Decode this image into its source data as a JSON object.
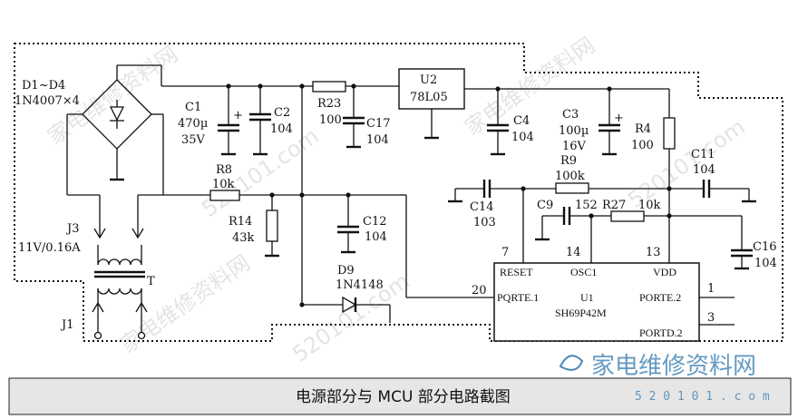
{
  "caption": "电源部分与 MCU 部分电路截图",
  "watermark": {
    "site": "家电维修资料网",
    "url": "520101.com",
    "url_footer": "5 2 0 1 0 1 . c o m"
  },
  "colors": {
    "caption_bar": "#e6e6e6",
    "ink": "#111111",
    "watermark_blue": "#4a89b8"
  },
  "components": {
    "bridge": {
      "ref": "D1~D4",
      "part": "1N4007×4"
    },
    "transformer": {
      "ref": "T"
    },
    "j3": {
      "ref": "J3",
      "value": "11V/0.16A"
    },
    "j1": {
      "ref": "J1"
    },
    "c1": {
      "ref": "C1",
      "value1": "470µ",
      "value2": "35V"
    },
    "c2": {
      "ref": "C2",
      "value": "104"
    },
    "r23": {
      "ref": "R23",
      "value": "100"
    },
    "c17": {
      "ref": "C17",
      "value": "104"
    },
    "u2": {
      "ref": "U2",
      "part": "78L05"
    },
    "c4": {
      "ref": "C4",
      "value": "104"
    },
    "c3": {
      "ref": "C3",
      "value1": "100µ",
      "value2": "16V"
    },
    "r4": {
      "ref": "R4",
      "value": "100"
    },
    "c11": {
      "ref": "C11",
      "value": "104"
    },
    "r8": {
      "ref": "R8",
      "value": "10k"
    },
    "r14": {
      "ref": "R14",
      "value": "43k"
    },
    "c12": {
      "ref": "C12",
      "value": "104"
    },
    "d9": {
      "ref": "D9",
      "part": "1N4148"
    },
    "c14": {
      "ref": "C14",
      "value": "103"
    },
    "r9": {
      "ref": "R9",
      "value": "100k"
    },
    "c9": {
      "ref": "C9",
      "value": "152"
    },
    "r27": {
      "ref": "R27",
      "value": "10k"
    },
    "c16": {
      "ref": "C16",
      "value": "104"
    }
  },
  "mcu": {
    "ref": "U1",
    "part": "SH69P42M",
    "pins": {
      "reset": {
        "name": "RESET",
        "num": "7"
      },
      "osc1": {
        "name": "OSC1",
        "num": "14"
      },
      "vdd": {
        "name": "VDD",
        "num": "13"
      },
      "pqrte1": {
        "name": "PQRTE.1",
        "num": "20"
      },
      "porte2": {
        "name": "PORTE.2",
        "num": "1"
      },
      "portd2": {
        "name": "PORTD.2",
        "num": "3"
      }
    }
  }
}
